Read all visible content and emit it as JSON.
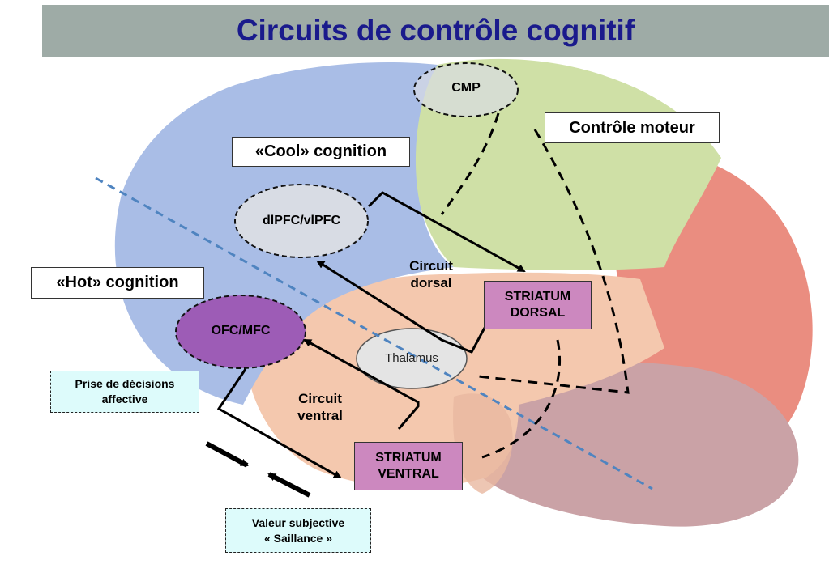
{
  "title": "Circuits de contrôle cognitif",
  "regions": {
    "cmp": "CMP",
    "dlpfc": "dlPFC/vlPFC",
    "ofc": "OFC/MFC",
    "thalamus": "Thalamus"
  },
  "labels": {
    "cool": "«Cool» cognition",
    "hot": "«Hot» cognition",
    "motor": "Contrôle moteur",
    "circuit_dorsal": "Circuit\ndorsal",
    "circuit_ventral": "Circuit\nventral"
  },
  "boxes": {
    "striatum_dorsal": "STRIATUM\nDORSAL",
    "striatum_ventral": "STRIATUM\nVENTRAL",
    "decision": "Prise de décisions\naffective",
    "value": "Valeur subjective\n« Saillance  »"
  },
  "colors": {
    "title_bar": "#9eaba6",
    "title_text": "#1a1a8c",
    "frontal_lobe": "#a9bde6",
    "motor_cortex": "#cfe0a6",
    "parietal_lobe": "#ea8d80",
    "temporal_lobe": "#f4c8ae",
    "cerebellum": "#caa2a6",
    "ofc": "#9d5cb6",
    "striatum": "#cc88bf",
    "divider_line": "#4f84c0"
  }
}
